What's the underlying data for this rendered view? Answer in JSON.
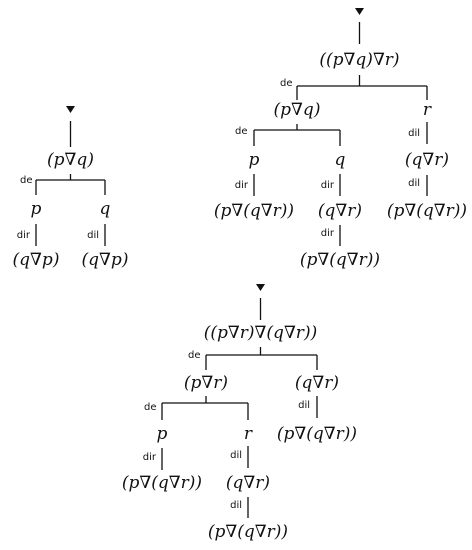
{
  "diagram": {
    "trees": [
      {
        "root": {
          "label": "(p∇q)",
          "branch_rule": "de",
          "children": [
            {
              "label": "p",
              "steps": [
                {
                  "rule": "dir",
                  "label": "(q∇p)"
                }
              ]
            },
            {
              "label": "q",
              "steps": [
                {
                  "rule": "dil",
                  "label": "(q∇p)"
                }
              ]
            }
          ]
        }
      },
      {
        "root": {
          "label": "((p∇q)∇r)",
          "branch_rule": "de",
          "children": [
            {
              "label": "(p∇q)",
              "branch_rule": "de",
              "children": [
                {
                  "label": "p",
                  "steps": [
                    {
                      "rule": "dir",
                      "label": "(p∇(q∇r))"
                    }
                  ]
                },
                {
                  "label": "q",
                  "steps": [
                    {
                      "rule": "dir",
                      "label": "(q∇r)"
                    },
                    {
                      "rule": "dir",
                      "label": "(p∇(q∇r))"
                    }
                  ]
                }
              ]
            },
            {
              "label": "r",
              "steps": [
                {
                  "rule": "dil",
                  "label": "(q∇r)"
                },
                {
                  "rule": "dil",
                  "label": "(p∇(q∇r))"
                }
              ]
            }
          ]
        }
      },
      {
        "root": {
          "label": "((p∇r)∇(q∇r))",
          "branch_rule": "de",
          "children": [
            {
              "label": "(p∇r)",
              "branch_rule": "de",
              "children": [
                {
                  "label": "p",
                  "steps": [
                    {
                      "rule": "dir",
                      "label": "(p∇(q∇r))"
                    }
                  ]
                },
                {
                  "label": "r",
                  "steps": [
                    {
                      "rule": "dil",
                      "label": "(q∇r)"
                    },
                    {
                      "rule": "dil",
                      "label": "(p∇(q∇r))"
                    }
                  ]
                }
              ]
            },
            {
              "label": "(q∇r)",
              "steps": [
                {
                  "rule": "dil",
                  "label": "(p∇(q∇r))"
                }
              ]
            }
          ]
        }
      }
    ]
  }
}
